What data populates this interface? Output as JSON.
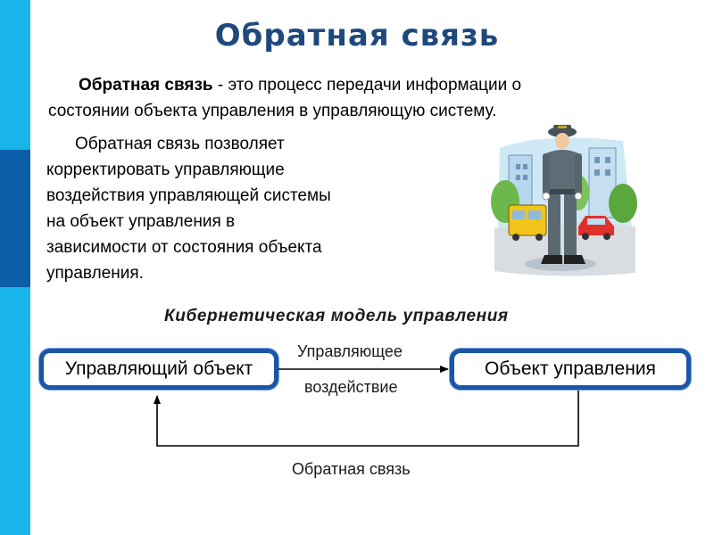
{
  "slide": {
    "title": "Обратная связь",
    "definition": {
      "term": "Обратная связь",
      "line1_rest": " - это процесс передачи информации о",
      "line2": "состоянии объекта управления в управляющую систему."
    },
    "explanation_lines": [
      "Обратная связь позволяет",
      "корректировать управляющие",
      "воздействия управляющей системы",
      "на объект управления в",
      "зависимости от состояния объекта",
      "управления."
    ],
    "illustration": {
      "icon": "traffic-policeman-illustration"
    }
  },
  "model": {
    "title": "Кибернетическая модель управления",
    "left_box": "Управляющий объект",
    "right_box": "Объект управления",
    "forward_label_top": "Управляющее",
    "forward_label_bottom": "воздействие",
    "feedback_label": "Обратная связь"
  },
  "colors": {
    "title": "#1f497d",
    "sidebar_light": "#19b5ea",
    "sidebar_dark": "#0b5da8",
    "box_border": "#1a56a8"
  }
}
